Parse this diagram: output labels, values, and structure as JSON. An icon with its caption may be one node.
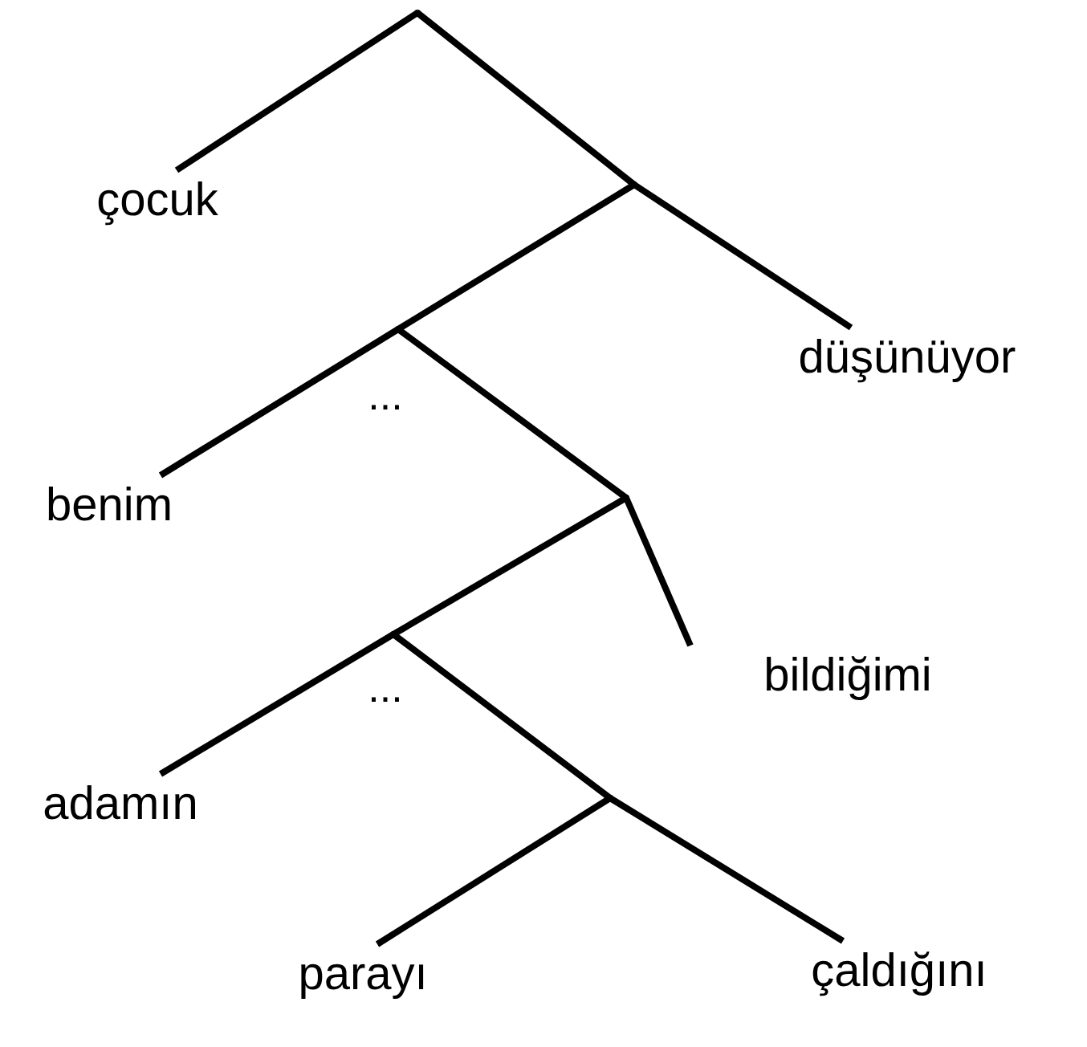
{
  "diagram": {
    "nodes": [
      {
        "text": [],
        "shape": "point"
      },
      {
        "text": [
          "çocuk"
        ]
      },
      {
        "text": [],
        "shape": "point"
      },
      {
        "text": [
          "düşünüyor"
        ]
      },
      {
        "text": [],
        "shape": "point"
      },
      {
        "text": [
          "benim"
        ]
      },
      {
        "text": [],
        "shape": "point"
      },
      {
        "text": [
          "bildiğimi"
        ]
      },
      {
        "text": [],
        "shape": "point"
      },
      {
        "text": [
          "adamın"
        ]
      },
      {
        "text": [],
        "shape": "point"
      },
      {
        "text": [
          "parayı"
        ]
      },
      {
        "text": [
          "çaldığını"
        ]
      }
    ],
    "edges": [
      {
        "from": 0,
        "to": 1,
        "arrow": "none"
      },
      {
        "from": 0,
        "to": 2,
        "arrow": "none"
      },
      {
        "from": 2,
        "to": 3,
        "arrow": "none"
      },
      {
        "from": 2,
        "to": 4,
        "arrow": "none"
      },
      {
        "from": 4,
        "to": 5,
        "arrow": "none"
      },
      {
        "from": 4,
        "to": 6,
        "arrow": "none"
      },
      {
        "from": 6,
        "to": 7,
        "arrow": "none"
      },
      {
        "from": 6,
        "to": 8,
        "arrow": "none"
      },
      {
        "from": 8,
        "to": 9,
        "arrow": "none"
      },
      {
        "from": 8,
        "to": 10,
        "arrow": "none"
      },
      {
        "from": 10,
        "to": 11,
        "arrow": "none"
      },
      {
        "from": 10,
        "to": 12,
        "arrow": "none"
      }
    ],
    "labels": [
      "...",
      "..."
    ]
  }
}
